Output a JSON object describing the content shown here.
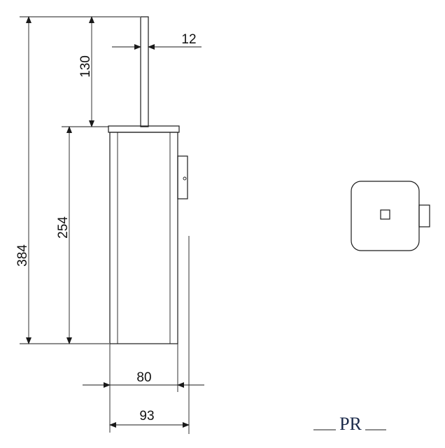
{
  "dimensions": {
    "total_height": "384",
    "handle_height": "130",
    "body_height": "254",
    "handle_diameter": "12",
    "body_width": "80",
    "total_width": "93"
  },
  "logo": {
    "text": "PR"
  },
  "colors": {
    "ink": "#1a1a1a",
    "logo": "#1b2a4a"
  }
}
